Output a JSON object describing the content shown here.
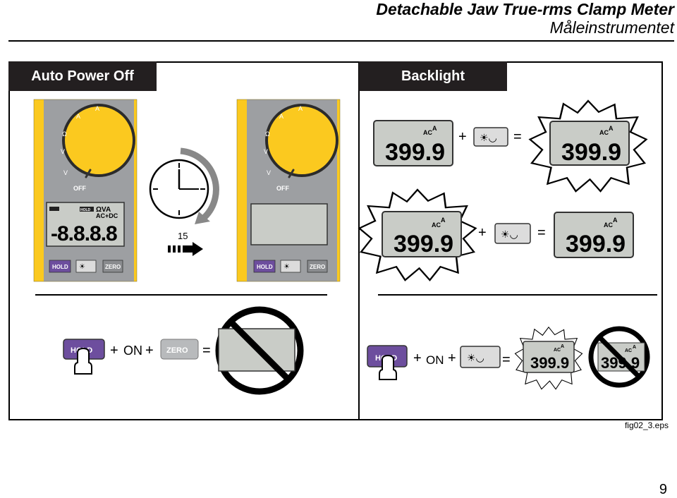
{
  "header": {
    "title": "Detachable Jaw True-rms Clamp Meter",
    "subtitle": "Måleinstrumentet"
  },
  "sections": {
    "auto_power_off": {
      "title": "Auto Power Off"
    },
    "backlight": {
      "title": "Backlight"
    }
  },
  "meter": {
    "dial_labels": {
      "ac_amps": "A",
      "dc_amps": "A",
      "continuity": "Ω",
      "dc_volts": "V",
      "ac_volts": "V",
      "off": "OFF"
    },
    "lcd_annunciators": {
      "hold": "HOLD",
      "ohm_volt_amp": "ΩVA",
      "ac_dc": "AC+DC"
    },
    "lcd_reading": "-8.8.8.8",
    "buttons": {
      "hold": "HOLD",
      "zero": "ZERO"
    }
  },
  "timer": {
    "minutes": "15"
  },
  "backlight_demo": {
    "reading": "399.9",
    "unit_top": "A",
    "unit_ac": "AC",
    "plus": "+",
    "equals": "="
  },
  "disable_demo": {
    "hold_label": "HOLD",
    "zero_label": "ZERO",
    "on_label": "ON",
    "plus": "+",
    "equals": "="
  },
  "figure_label": "fig02_3.eps",
  "page_number": "9",
  "colors": {
    "meter_yellow": "#fbc91f",
    "meter_gray": "#9d9fa2",
    "lcd_green": "#c9ccc7",
    "hold_purple": "#6d4e9e",
    "tab_black": "#231f20"
  }
}
